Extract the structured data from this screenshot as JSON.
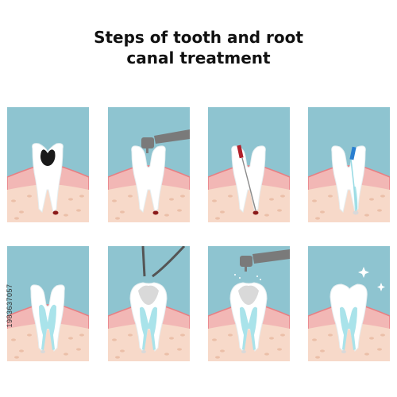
{
  "title": {
    "line1": "Steps of tooth and root",
    "line2": "canal treatment"
  },
  "stock_id": "1983637057",
  "colors": {
    "sky": "#8ec4d0",
    "gum": "#f2b7b5",
    "gum_edge": "#e77f83",
    "bone": "#f7d9c9",
    "bone_dot": "#ebbfa8",
    "tooth": "#ffffff",
    "tooth_shadow": "#e6eef0",
    "decay": "#1a1a1a",
    "infection": "#8b1a1a",
    "canal_fill": "#a9e3ea",
    "filler": "#d9d9d9",
    "tool": "#7a7a7a",
    "file_red": "#b0202a",
    "file_blue": "#2a7fd0"
  },
  "steps": [
    {
      "id": 1,
      "icon": "decayed-tooth-icon",
      "tool": "none"
    },
    {
      "id": 2,
      "icon": "drill-opening-tooth-icon",
      "tool": "dental-drill-icon"
    },
    {
      "id": 3,
      "icon": "root-canal-file-cleaning-icon",
      "tool": "endodontic-file-icon"
    },
    {
      "id": 4,
      "icon": "root-canal-irrigation-icon",
      "tool": "endodontic-file-icon"
    },
    {
      "id": 5,
      "icon": "filled-root-canals-icon",
      "tool": "none"
    },
    {
      "id": 6,
      "icon": "temporary-filling-tweezers-icon",
      "tool": "dental-tweezers-icon"
    },
    {
      "id": 7,
      "icon": "crown-drilling-icon",
      "tool": "dental-drill-icon"
    },
    {
      "id": 8,
      "icon": "restored-tooth-icon",
      "tool": "sparkle-icon"
    }
  ]
}
